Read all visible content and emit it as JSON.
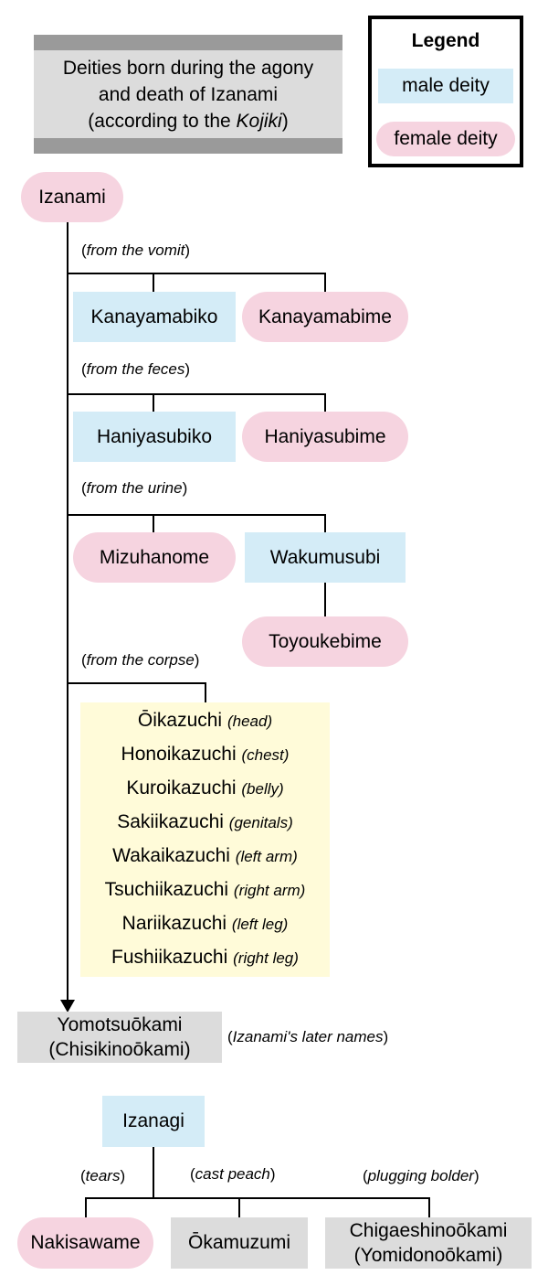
{
  "title": {
    "line1": "Deities born during the agony",
    "line2": "and death of Izanami",
    "line3_prefix": "(according to the ",
    "line3_italic": "Kojiki",
    "line3_suffix": ")"
  },
  "legend": {
    "title": "Legend",
    "male": "male deity",
    "female": "female deity"
  },
  "colors": {
    "male": "#d4ecf7",
    "female": "#f6d4e0",
    "other": "#dcdcdc",
    "thunder": "#fffbd9"
  },
  "root": "Izanami",
  "groups": {
    "vomit": {
      "note": "from the vomit",
      "left": "Kanayamabiko",
      "right": "Kanayamabime"
    },
    "feces": {
      "note": "from the feces",
      "left": "Haniyasubiko",
      "right": "Haniyasubime"
    },
    "urine": {
      "note": "from the urine",
      "left": "Mizuhanome",
      "right": "Wakumusubi",
      "child": "Toyoukebime"
    },
    "corpse": {
      "note": "from the corpse"
    }
  },
  "thunder_gods": [
    {
      "name": "Ōikazuchi",
      "part": "head"
    },
    {
      "name": "Honoikazuchi",
      "part": "chest"
    },
    {
      "name": "Kuroikazuchi",
      "part": "belly"
    },
    {
      "name": "Sakiikazuchi",
      "part": "genitals"
    },
    {
      "name": "Wakaikazuchi",
      "part": "left arm"
    },
    {
      "name": "Tsuchiikazuchi",
      "part": "right arm"
    },
    {
      "name": "Nariikazuchi",
      "part": "left leg"
    },
    {
      "name": "Fushiikazuchi",
      "part": "right leg"
    }
  ],
  "later": {
    "line1": "Yomotsuōkami",
    "line2": "(Chisikinoōkami)",
    "note": "Izanami's later names"
  },
  "izanagi": {
    "name": "Izanagi",
    "tears_note": "tears",
    "peach_note": "cast peach",
    "bolder_note": "plugging bolder",
    "child1": "Nakisawame",
    "child2": "Ōkamuzumi",
    "child3_line1": "Chigaeshinoōkami",
    "child3_line2": "(Yomidonoōkami)"
  }
}
